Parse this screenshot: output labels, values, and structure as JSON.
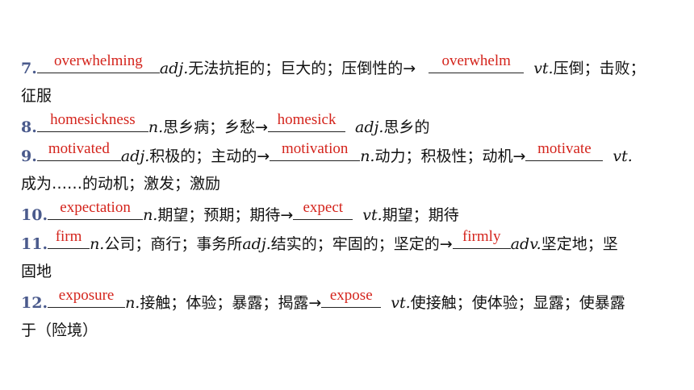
{
  "items": [
    {
      "num": "7.",
      "ans1": "overwhelming",
      "pos1": "adj.",
      "def1": "无法抗拒的；巨大的；压倒性的→",
      "ans2": "overwhelm",
      "pos2": "vt.",
      "def2": "压倒；击败；",
      "def2_cont": "征服"
    },
    {
      "num": "8.",
      "ans1": "homesickness",
      "pos1": "n.",
      "def1": "思乡病；乡愁→",
      "ans2": "homesick",
      "pos2": "adj.",
      "def2": "思乡的"
    },
    {
      "num": "9.",
      "ans1": "motivated",
      "pos1": "adj.",
      "def1": "积极的；主动的→",
      "ans2": "motivation",
      "pos2": "n.",
      "def2": "动力；积极性；动机→",
      "ans3": "motivate",
      "pos3": "vt.",
      "def3_cont": "成为……的动机；激发；激励"
    },
    {
      "num": "10.",
      "ans1": "expectation",
      "pos1": "n.",
      "def1": "期望；预期；期待→",
      "ans2": "expect",
      "pos2": "vt.",
      "def2": "期望；期待"
    },
    {
      "num": "11.",
      "ans1": "firm",
      "pos1": "n.",
      "def1": "公司；商行；事务所",
      "pos1b": "adj.",
      "def1b": "结实的；牢固的；坚定的→",
      "ans2": "firmly",
      "pos2": "adv.",
      "def2": "坚定地；坚",
      "def2_cont": "固地"
    },
    {
      "num": "12.",
      "ans1": "exposure",
      "pos1": "n.",
      "def1": "接触；体验；暴露；揭露→",
      "ans2": "expose",
      "pos2": "vt.",
      "def2": "使接触；使体验；显露；使暴露",
      "def2_cont": "于（险境）"
    }
  ]
}
